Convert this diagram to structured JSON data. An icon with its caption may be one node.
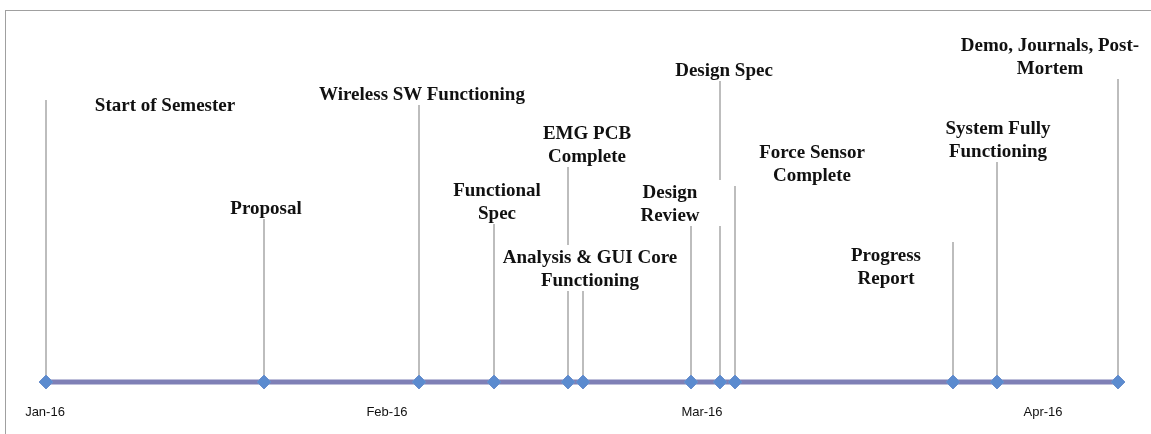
{
  "diagram": {
    "nodes": [
      {
        "text": [
          "Start of Semester"
        ]
      },
      {
        "text": [
          "Proposal"
        ]
      },
      {
        "text": [
          "Wireless SW Functioning"
        ]
      },
      {
        "text": [
          "Functional Spec"
        ]
      },
      {
        "text": [
          "EMG PCB Complete"
        ]
      },
      {
        "text": [
          "Analysis & GUI Core Functioning"
        ]
      },
      {
        "text": [
          "Design Review"
        ]
      },
      {
        "text": [
          "Design Spec"
        ]
      },
      {
        "text": [
          "Force Sensor Complete"
        ]
      },
      {
        "text": [
          "Progress Report"
        ]
      },
      {
        "text": [
          "System Fully Functioning"
        ]
      },
      {
        "text": [
          "Demo, Journals, Post-Mortem"
        ]
      },
      {
        "text": [],
        "shape": "diamond"
      },
      {
        "text": [],
        "shape": "diamond"
      },
      {
        "text": [],
        "shape": "diamond"
      },
      {
        "text": [],
        "shape": "diamond"
      },
      {
        "text": [],
        "shape": "diamond"
      },
      {
        "text": [],
        "shape": "diamond"
      },
      {
        "text": [],
        "shape": "diamond"
      },
      {
        "text": [],
        "shape": "diamond"
      },
      {
        "text": [],
        "shape": "diamond"
      },
      {
        "text": [],
        "shape": "diamond"
      },
      {
        "text": [],
        "shape": "diamond"
      },
      {
        "text": [],
        "shape": "diamond"
      }
    ],
    "edges": [
      {
        "from": 0,
        "to": 12,
        "arrow": "none"
      },
      {
        "from": 1,
        "to": 13,
        "arrow": "none"
      },
      {
        "from": 2,
        "to": 14,
        "arrow": "none"
      },
      {
        "from": 3,
        "to": 15,
        "arrow": "none"
      },
      {
        "from": 4,
        "to": 16,
        "arrow": "none"
      },
      {
        "from": 5,
        "to": 17,
        "arrow": "none"
      },
      {
        "from": 6,
        "to": 18,
        "arrow": "none"
      },
      {
        "from": 7,
        "to": 19,
        "arrow": "none"
      },
      {
        "from": 8,
        "to": 20,
        "arrow": "none"
      },
      {
        "from": 9,
        "to": 21,
        "arrow": "none"
      },
      {
        "from": 10,
        "to": 22,
        "arrow": "none"
      },
      {
        "from": 11,
        "to": 23,
        "arrow": "none"
      }
    ],
    "labels": [
      "Jan-16",
      "Feb-16",
      "Mar-16",
      "Apr-16"
    ]
  }
}
